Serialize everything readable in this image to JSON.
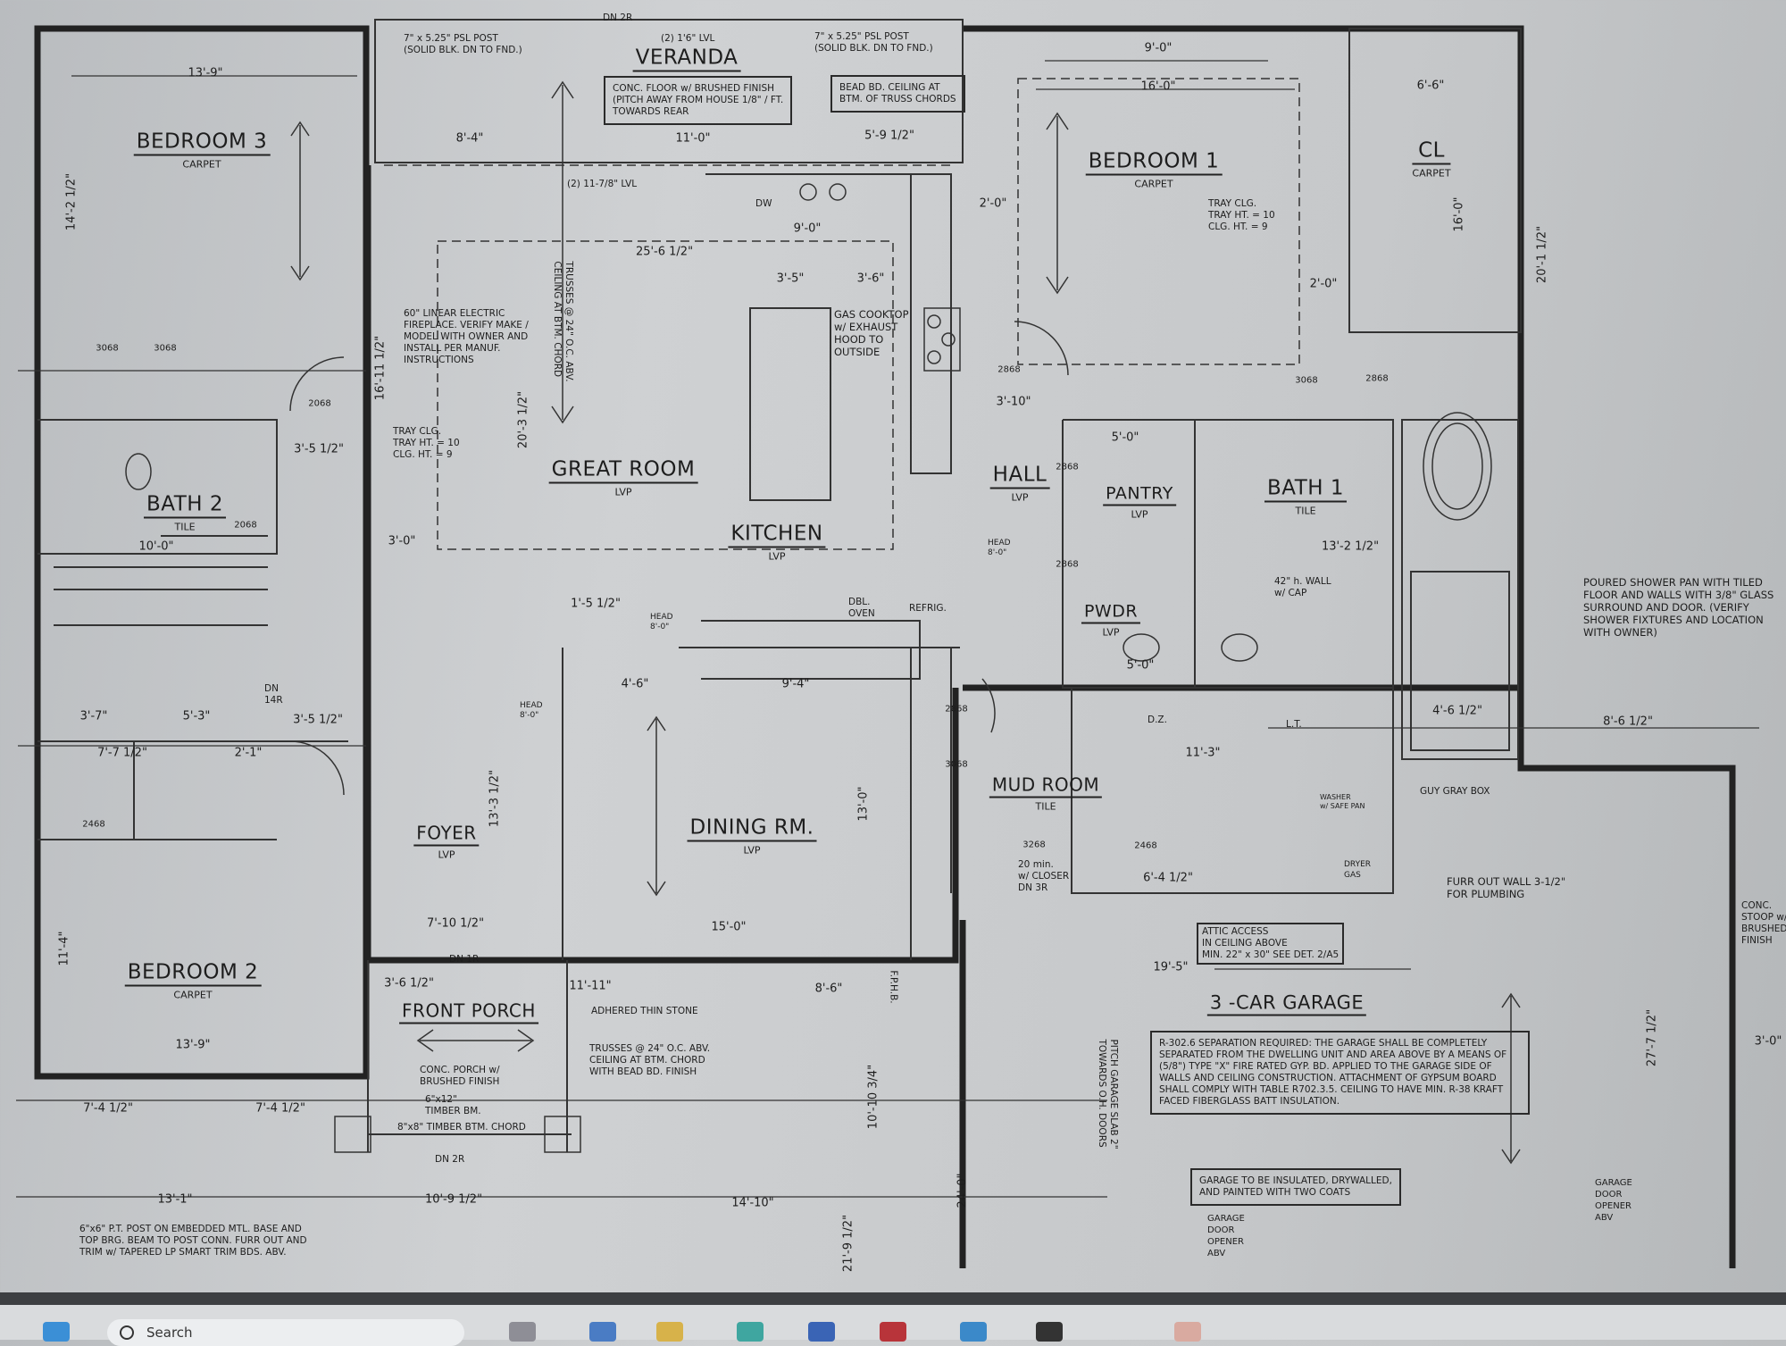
{
  "plan": {
    "rooms": [
      {
        "name": "VERANDA",
        "floor": ""
      },
      {
        "name": "BEDROOM 3",
        "floor": "CARPET"
      },
      {
        "name": "BEDROOM 1",
        "floor": "CARPET"
      },
      {
        "name": "CL",
        "floor": "CARPET"
      },
      {
        "name": "GREAT ROOM",
        "floor": "LVP"
      },
      {
        "name": "KITCHEN",
        "floor": "LVP"
      },
      {
        "name": "HALL",
        "floor": "LVP"
      },
      {
        "name": "PANTRY",
        "floor": "LVP"
      },
      {
        "name": "BATH 1",
        "floor": "TILE"
      },
      {
        "name": "BATH 2",
        "floor": "TILE"
      },
      {
        "name": "PWDR",
        "floor": "LVP"
      },
      {
        "name": "MUD ROOM",
        "floor": "TILE"
      },
      {
        "name": "DINING RM.",
        "floor": "LVP"
      },
      {
        "name": "FOYER",
        "floor": "LVP"
      },
      {
        "name": "BEDROOM 2",
        "floor": "CARPET"
      },
      {
        "name": "FRONT PORCH",
        "floor": ""
      },
      {
        "name": "3 -CAR GARAGE",
        "floor": ""
      }
    ],
    "notes": {
      "psl_post_left": "7\" x 5.25\" PSL POST\n(SOLID BLK. DN TO FND.)",
      "psl_post_right": "7\" x 5.25\" PSL POST\n(SOLID BLK. DN TO FND.)",
      "veranda_lvl": "(2) 1'6\" LVL",
      "veranda_dn": "DN 2R",
      "veranda_floor": "CONC. FLOOR w/ BRUSHED FINISH\n(PITCH AWAY FROM HOUSE 1/8\" / FT.\nTOWARDS REAR",
      "veranda_ceiling": "BEAD BD. CEILING AT\nBTM. OF TRUSS CHORDS",
      "great_room_lvl": "(2) 11-7/8\" LVL",
      "fireplace": "60\" LINEAR ELECTRIC\nFIREPLACE. VERIFY MAKE /\nMODEL WITH OWNER AND\nINSTALL PER MANUF.\nINSTRUCTIONS",
      "tray_great": "TRAY CLG.\nTRAY HT. = 10\nCLG. HT. = 9",
      "tray_bed1": "TRAY CLG.\nTRAY HT. = 10\nCLG. HT. = 9",
      "cooktop": "GAS COOKTOP\nw/ EXHAUST\nHOOD TO\nOUTSIDE",
      "dw": "DW",
      "dbl_oven": "DBL.\nOVEN",
      "refrig": "REFRIG.",
      "trusses": "TRUSSES @ 24\" O.C. ABV.\nCEILING AT BTM. CHORD",
      "shower": "POURED SHOWER PAN WITH TILED\nFLOOR AND WALLS WITH 3/8\" GLASS\nSURROUND AND DOOR. (VERIFY\nSHOWER FIXTURES AND LOCATION\nWITH OWNER)",
      "wall_cap": "42\" h. WALL\nw/ CAP",
      "guy_gray_box": "GUY GRAY BOX",
      "furr_out": "FURR OUT WALL 3-1/2\"\nFOR PLUMBING",
      "conc_stoop": "CONC.\nSTOOP w/\nBRUSHED\nFINISH",
      "attic": "ATTIC ACCESS\nIN CEILING ABOVE\nMIN. 22\" x 30\" SEE DET. 2/A5",
      "door_closer": "20 min.\nw/ CLOSER\nDN 3R",
      "washer": "WASHER\nw/ SAFE PAN",
      "dryer": "DRYER\nGAS",
      "lt": "L.T.",
      "dz": "D.Z.",
      "adhered_stone": "ADHERED THIN STONE",
      "porch_trusses": "TRUSSES @ 24\" O.C. ABV.\nCEILING AT BTM. CHORD\nWITH BEAD BD. FINISH",
      "porch_floor": "CONC. PORCH w/\nBRUSHED FINISH",
      "timber_bm": "6\"x12\"\nTIMBER BM.",
      "timber_chord": "8\"x8\" TIMBER BTM. CHORD",
      "porch_dn": "DN 2R",
      "foyer_dn": "DN 1R",
      "stair_dn": "DN\n14R",
      "pitch_garage": "PITCH GARAGE SLAB 2\"\nTOWARDS O.H. DOORS",
      "garage_separation": "R-302.6 SEPARATION REQUIRED: THE GARAGE SHALL BE COMPLETELY SEPARATED FROM THE DWELLING UNIT AND AREA ABOVE BY A MEANS OF (5/8\") TYPE \"X\" FIRE RATED GYP. BD. APPLIED TO THE GARAGE SIDE OF WALLS AND CEILING CONSTRUCTION. ATTACHMENT OF GYPSUM BOARD SHALL COMPLY WITH TABLE R702.3.5. CEILING TO HAVE MIN. R-38 KRAFT FACED FIBERGLASS BATT INSULATION.",
      "garage_insulated": "GARAGE TO BE INSULATED, DRYWALLED,\nAND PAINTED WITH TWO COATS",
      "garage_opener_1": "GARAGE\nDOOR\nOPENER\nABV",
      "garage_opener_2": "GARAGE\nDOOR\nOPENER\nABV",
      "post_note": "6\"x6\" P.T. POST ON EMBEDDED MTL. BASE AND\nTOP BRG. BEAM TO POST CONN. FURR OUT AND\nTRIM w/ TAPERED LP SMART TRIM BDS. ABV.",
      "head_1": "HEAD\n8'-0\"",
      "head_2": "HEAD\n8'-0\"",
      "head_3": "HEAD\n8'-0\"",
      "fph": "F.P.H.B."
    },
    "dims": [
      "13'-9\"",
      "9'-0\"",
      "16'-0\"",
      "6'-6\"",
      "8'-4\"",
      "11'-0\"",
      "5'-9 1/2\"",
      "25'-6 1/2\"",
      "9'-0\"",
      "3'-5\"",
      "3'-6\"",
      "2'-0\"",
      "2'-0\"",
      "14'-2 1/2\"",
      "20'-1 1/2\"",
      "16'-0\"",
      "3'-10\"",
      "5'-0\"",
      "13'-2 1/2\"",
      "10'-0\"",
      "3'-5 1/2\"",
      "3'-0\"",
      "1'-5 1/2\"",
      "4'-6\"",
      "9'-4\"",
      "3'-7\"",
      "5'-3\"",
      "3'-5 1/2\"",
      "7'-7 1/2\"",
      "2'-1\"",
      "11'-3\"",
      "8'-6 1/2\"",
      "4'-6 1/2\"",
      "13'-0\"",
      "7'-10 1/2\"",
      "15'-0\"",
      "3'-6 1/2\"",
      "11'-11\"",
      "8'-6\"",
      "19'-5\"",
      "13'-9\"",
      "7'-4 1/2\"",
      "7'-4 1/2\"",
      "13'-1\"",
      "10'-9 1/2\"",
      "14'-10\"",
      "24'-0\"",
      "21'-9 1/2\"",
      "10'-10 3/4\"",
      "27'-7 1/2\"",
      "3'-0\"",
      "11'-4\"",
      "13'-3 1/2\"",
      "20'-3 1/2\"",
      "16'-11 1/2\"",
      "6'-4 1/2\"",
      "5'-0\""
    ],
    "door_sizes": [
      "3068",
      "3068",
      "2068",
      "2068",
      "2868",
      "3068",
      "2868",
      "2868",
      "2868",
      "2868",
      "3068",
      "2468",
      "3268",
      "2468"
    ]
  },
  "taskbar": {
    "search_placeholder": "Search"
  },
  "colors": {
    "line": "#222222",
    "paper": "#c9cbcd",
    "bezel": "#3d3f42"
  }
}
